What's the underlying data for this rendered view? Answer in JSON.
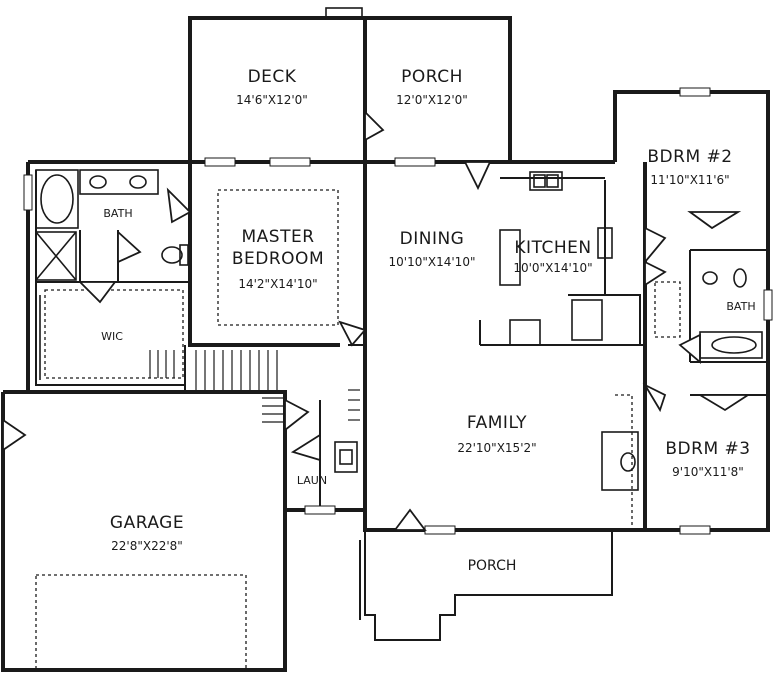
{
  "rooms": {
    "deck": {
      "name": "DECK",
      "dims": "14'6\"X12'0\""
    },
    "porch_top": {
      "name": "PORCH",
      "dims": "12'0\"X12'0\""
    },
    "bdrm2": {
      "name": "BDRM #2",
      "dims": "11'10\"X11'6\""
    },
    "bath_master": {
      "name": "BATH"
    },
    "master": {
      "name_line1": "MASTER",
      "name_line2": "BEDROOM",
      "dims": "14'2\"X14'10\""
    },
    "dining": {
      "name": "DINING",
      "dims": "10'10\"X14'10\""
    },
    "kitchen": {
      "name": "KITCHEN",
      "dims": "10'0\"X14'10\""
    },
    "bath2": {
      "name": "BATH"
    },
    "wic": {
      "name": "WIC"
    },
    "family": {
      "name": "FAMILY",
      "dims": "22'10\"X15'2\""
    },
    "bdrm3": {
      "name": "BDRM #3",
      "dims": "9'10\"X11'8\""
    },
    "laun": {
      "name": "LAUN"
    },
    "garage": {
      "name": "GARAGE",
      "dims": "22'8\"X22'8\""
    },
    "porch_bottom": {
      "name": "PORCH"
    }
  }
}
